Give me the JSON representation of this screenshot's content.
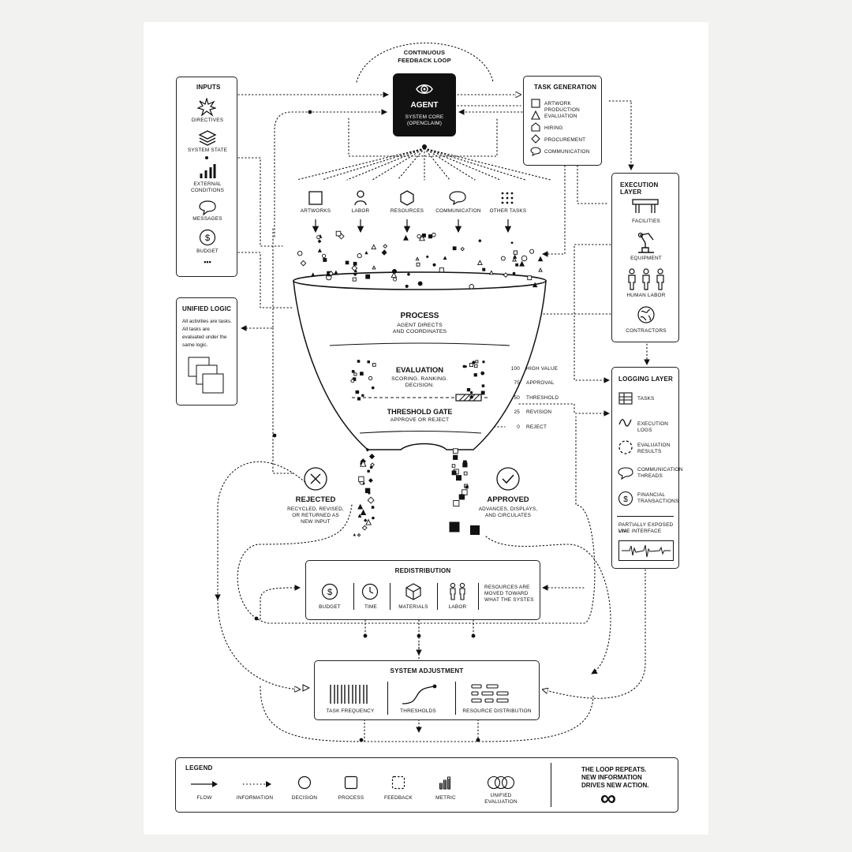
{
  "loop": {
    "label1": "CONTINUOUS",
    "label2": "FEEDBACK LOOP"
  },
  "agent": {
    "title": "AGENT",
    "sub1": "SYSTEM CORE",
    "sub2": "(OPENCLAIM)"
  },
  "inputs": {
    "title": "INPUTS",
    "items": [
      {
        "label": "DIRECTIVES",
        "icon": "starburst-icon"
      },
      {
        "label": "SYSTEM STATE",
        "icon": "layers-icon"
      },
      {
        "label": "EXTERNAL",
        "label2": "CONDITIONS",
        "icon": "bar-chart-icon"
      },
      {
        "label": "MESSAGES",
        "icon": "speech-bubble-icon"
      },
      {
        "label": "BUDGET",
        "icon": "dollar-coin-icon"
      }
    ],
    "more": "•••"
  },
  "task_generation": {
    "title": "TASK GENERATION",
    "items": [
      "ARTWORK PRODUCTION",
      "EVALUATION",
      "HIRING",
      "PROCUREMENT",
      "COMMUNICATION"
    ]
  },
  "execution": {
    "title": "EXECUTION LAYER",
    "items": [
      "FACILITIES",
      "EQUIPMENT",
      "HUMAN LABOR",
      "CONTRACTORS"
    ]
  },
  "logging": {
    "title": "LOGGING LAYER",
    "items": [
      {
        "label": "TASKS"
      },
      {
        "label": "EXECUTION LOGS"
      },
      {
        "label": "EVALUATION",
        "label2": "RESULTS"
      },
      {
        "label": "COMMUNICATION",
        "label2": "THREADS"
      },
      {
        "label": "FINANCIAL",
        "label2": "TRANSACTIONS"
      }
    ],
    "note1": "PARTIALLY EXPOSED VIA",
    "note2": "LIVE INTERFACE"
  },
  "unified_logic": {
    "title": "UNIFIED LOGIC",
    "line1": "All activities are tasks.",
    "line2": "All tasks are",
    "line3": "evaluated under the",
    "line4": "same logic."
  },
  "categories": [
    "ARTWORKS",
    "LABOR",
    "RESOURCES",
    "COMMUNICATION",
    "OTHER TASKS"
  ],
  "funnel": {
    "process_title": "PROCESS",
    "process_sub1": "AGENT DIRECTS",
    "process_sub2": "AND COORDINATES",
    "eval_title": "EVALUATION",
    "eval_sub1": "SCORING. RANKING.",
    "eval_sub2": "DECISION.",
    "gate_title": "THRESHOLD GATE",
    "gate_sub": "APPROVE OR REJECT"
  },
  "scale": [
    {
      "value": "100",
      "label": "HIGH VALUE"
    },
    {
      "value": "75",
      "label": "APPROVAL"
    },
    {
      "value": "50",
      "label": "THRESHOLD"
    },
    {
      "value": "25",
      "label": "REVISION"
    },
    {
      "value": "0",
      "label": "REJECT"
    }
  ],
  "rejected": {
    "title": "REJECTED",
    "l1": "RECYCLED, REVISED,",
    "l2": "OR RETURNED AS",
    "l3": "NEW INPUT"
  },
  "approved": {
    "title": "APPROVED",
    "l1": "ADVANCES, DISPLAYS,",
    "l2": "AND CIRCULATES"
  },
  "redistribution": {
    "title": "REDISTRIBUTION",
    "items": [
      "BUDGET",
      "TIME",
      "MATERIALS",
      "LABOR"
    ],
    "note1": "RESOURCES ARE",
    "note2": "MOVED TOWARD",
    "note3": "WHAT THE SYSTES"
  },
  "adjustment": {
    "title": "SYSTEM ADJUSTMENT",
    "items": [
      "TASK FREQUENCY",
      "THRESHOLDS",
      "RESOURCE DISTRIBUTION"
    ]
  },
  "legend": {
    "title": "LEGEND",
    "items": [
      {
        "label": "FLOW"
      },
      {
        "label": "INFORMATION"
      },
      {
        "label": "DECISION"
      },
      {
        "label": "PROCESS"
      },
      {
        "label": "FEEDBACK"
      },
      {
        "label": "METRIC"
      },
      {
        "label": "UNIFIED",
        "label2": "EVALUATION"
      }
    ],
    "loop1": "THE LOOP REPEATS.",
    "loop2": "NEW INFORMATION",
    "loop3": "DRIVES NEW ACTION.",
    "infinity": "∞"
  }
}
